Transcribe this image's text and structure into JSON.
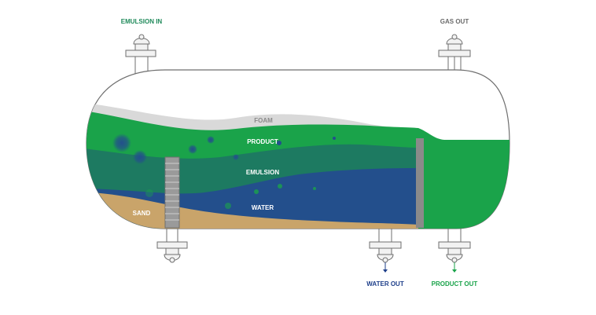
{
  "labels": {
    "emulsion_in": "EMULSION IN",
    "gas_out": "GAS OUT",
    "foam": "FOAM",
    "product": "PRODUCT",
    "emulsion": "EMULSION",
    "water": "WATER",
    "sand": "SAND",
    "water_out": "WATER OUT",
    "product_out": "PRODUCT OUT"
  },
  "colors": {
    "emulsion_in_label": "#1f8a5a",
    "gas_out_label": "#6b6b6b",
    "foam": "#d9d9d9",
    "foam_label": "#8a8a8a",
    "product": "#1aa34a",
    "emulsion": "#1d7a61",
    "water": "#234f8c",
    "sand": "#c9a46a",
    "weir": "#8a8a8a",
    "water_out_label": "#1e3f8a",
    "product_out_label": "#1aa34a",
    "outline": "#6f6f6f",
    "nozzle_fill": "#f2f2f2"
  }
}
